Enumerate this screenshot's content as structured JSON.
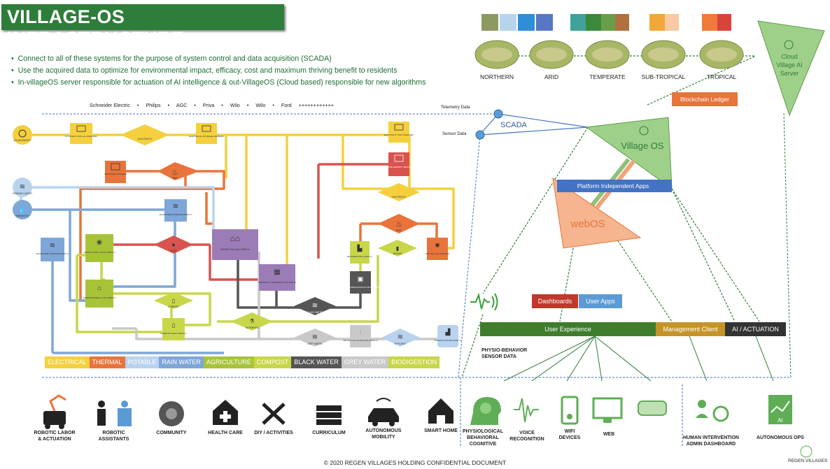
{
  "title": "VILLAGE-OS INFRASTRUCTURE",
  "bullets": [
    "Connect to all of these systems for the purpose of system control and data acquisition (SCADA)",
    "Use the acquired data to optimize for environmental impact, efficacy, cost and maximum thriving benefit to residents",
    "In-villageOS server responsible for actuation of AI intelligence & out-VillageOS (Cloud based) responsible for new algorithms"
  ],
  "vendors": [
    "Schneider Electric",
    "•",
    "Philips",
    "•",
    "AGC",
    "•",
    "Priva",
    "•",
    "Wilo",
    "•",
    "Wilo",
    "•",
    "Ford",
    "++++++++++++"
  ],
  "telemetry_label": "Telemetry Data",
  "sensor_label": "Sensor Data",
  "scada_label": "SCADA",
  "climates": [
    "NORTHERN",
    "ARID",
    "TEMPERATE",
    "SUB-TROPICAL",
    "TROPICAL"
  ],
  "cloud_label": [
    "Cloud",
    "Village AI",
    "Server"
  ],
  "blockchain_label": "Blockchain Ledger",
  "village_os_label": "Village OS",
  "platform_label": "Platform Independent Apps",
  "webos_label": "webOS",
  "dashboards_label": "Dashboards",
  "user_apps_label": "User Apps",
  "ux_bar": {
    "user_experience": "User Experience",
    "management": "Management Client",
    "ai": "AI / ACTUATION"
  },
  "physio_label": [
    "PHYSIO-BEHAVIOR",
    "SENSOR DATA"
  ],
  "nodes": {
    "solar": "SOLAR ENERGY",
    "pv": "PV PANELS 100 units 10000 kWh",
    "electricity": "ELECTRICITY",
    "elec_storage": "ELECTRICAL STORAGE 10000kWh",
    "elec_net": "ELECTRICITY NET 10000 kWh",
    "heatpump": "HEATPUMP 10000kWh",
    "heat": "HEAT",
    "food_market": "FOOD MARKET 10000 kg",
    "drinking_water": "DRINKING WATER",
    "rainwater_in": "RAINWATER",
    "rw_storage": "RAINWATER STORAGE 10000 m³",
    "rw_storage2": "RAINWATER STORAGE 10000 m³",
    "agriculture": "AGRICULTURE 2 areas 10000 m²",
    "food": "FOOD",
    "houses": "HOUSES 100 units 10000 m²",
    "community": "COMMUNITY CENTERS 2 units 1000 m²",
    "biodigestion": "BIODIGESTION 10000 m³",
    "biogas": "BIOGAS",
    "chp": "CHP 100 units 10000 kWh",
    "water_plant": "WATER PURIFICATION PLANT 100 units",
    "greenhouses": "GREENHOUSES 4 units 10000 m²",
    "compost": "COMPOST",
    "compost_heap": "COMPOST HEAP 10000 m³",
    "black_water": "BLACK WATER",
    "nutrients": "NUTRIENTS",
    "grey_water": "GREY WATER",
    "helophyte": "HELOPHYTE FILTRATION 10000 m²",
    "effluent": "EFFLUENT",
    "surface_water": "SURFACE WATER 10000 m³"
  },
  "legend": [
    {
      "label": "ELECTRICAL",
      "color": "#f4d03f"
    },
    {
      "label": "THERMAL",
      "color": "#e8743b"
    },
    {
      "label": "POTABLE",
      "color": "#b9d3ef"
    },
    {
      "label": "RAIN WATER",
      "color": "#7ea6d8"
    },
    {
      "label": "AGRICULTURE",
      "color": "#a7c438"
    },
    {
      "label": "COMPOST",
      "color": "#c8d64a"
    },
    {
      "label": "BLACK WATER",
      "color": "#555555"
    },
    {
      "label": "GREY WATER",
      "color": "#c9c9c9"
    },
    {
      "label": "BIODIGESTION",
      "color": "#c8d64a"
    }
  ],
  "bottom_items": [
    {
      "label": "ROBOTIC LABOR & ACTUATION",
      "icon": "robot-arm-icon"
    },
    {
      "label": "ROBOTIC ASSISTANTS",
      "icon": "robot-assistant-icon"
    },
    {
      "label": "COMMUNITY",
      "icon": "community-icon"
    },
    {
      "label": "HEALTH CARE",
      "icon": "health-care-icon"
    },
    {
      "label": "DIY / ACTIVITIES",
      "icon": "tools-icon"
    },
    {
      "label": "CURRICULUM",
      "icon": "books-icon"
    },
    {
      "label": "AUTONOMOUS MOBILITY",
      "icon": "autonomous-car-icon"
    },
    {
      "label": "SMART HOME",
      "icon": "smart-home-icon"
    },
    {
      "label": "PHYSIOLOGICAL BEHAVIORAL COGNITIVE",
      "icon": "brain-head-icon"
    },
    {
      "label": "VOICE RECOGNITION",
      "icon": "voice-icon"
    },
    {
      "label": "WIFI DEVICES",
      "icon": "smartphone-icon"
    },
    {
      "label": "WEB",
      "icon": "monitor-icon"
    },
    {
      "label": "",
      "icon": "vr-headset-icon"
    },
    {
      "label": "HUMAN INTERVENTION ADMIN DASHBOARD",
      "icon": "human-intervention-icon"
    },
    {
      "label": "AUTONOMOUS OPS",
      "icon": "ai-chart-icon"
    }
  ],
  "footer": "© 2020 REGEN VILLAGES HOLDING CONFIDENTIAL DOCUMENT",
  "regen_logo_text": "REGEN VILLAGES",
  "colors": {
    "green": "#2f7d3a",
    "orange": "#e8743b",
    "blue": "#4472c4",
    "dashboards_red": "#c0392b",
    "user_apps_blue": "#5b9bd5"
  }
}
